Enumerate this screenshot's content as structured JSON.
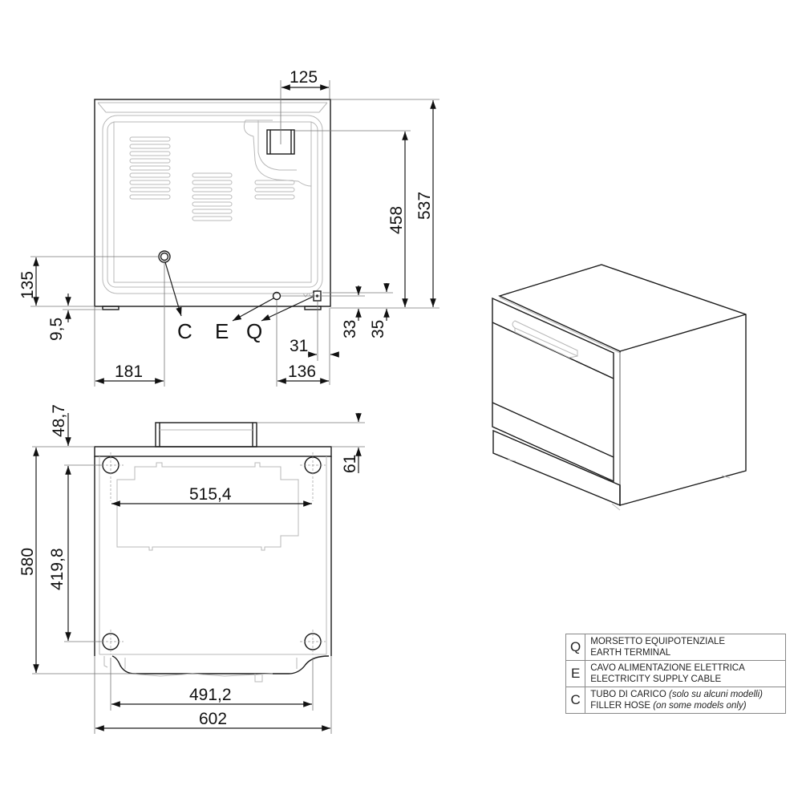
{
  "rear_view": {
    "labels": {
      "c": "C",
      "e": "E",
      "q": "Q"
    },
    "dimensions": {
      "width_connector": "125",
      "height_total": "537",
      "height_connector": "458",
      "height_filler": "135",
      "foot_height": "9,5",
      "cable_height": "33",
      "terminal_height": "35",
      "terminal_offset": "31",
      "filler_offset": "181",
      "cable_offset": "136"
    }
  },
  "bottom_view": {
    "dimensions": {
      "handle_depth": "48,7",
      "handle_offset": "61",
      "feet_width": "515,4",
      "depth_total": "580",
      "feet_depth": "419,8",
      "inner_width": "491,2",
      "width_total": "602"
    }
  },
  "legend": [
    {
      "key": "Q",
      "line1": "MORSETTO EQUIPOTENZIALE",
      "line1_note": "",
      "line2": "EARTH TERMINAL",
      "line2_note": ""
    },
    {
      "key": "E",
      "line1": "CAVO ALIMENTAZIONE ELETTRICA",
      "line1_note": "",
      "line2": "ELECTRICITY SUPPLY CABLE",
      "line2_note": ""
    },
    {
      "key": "C",
      "line1": "TUBO DI CARICO",
      "line1_note": "(solo su alcuni modelli)",
      "line2": "FILLER HOSE",
      "line2_note": "(on some models only)"
    }
  ]
}
